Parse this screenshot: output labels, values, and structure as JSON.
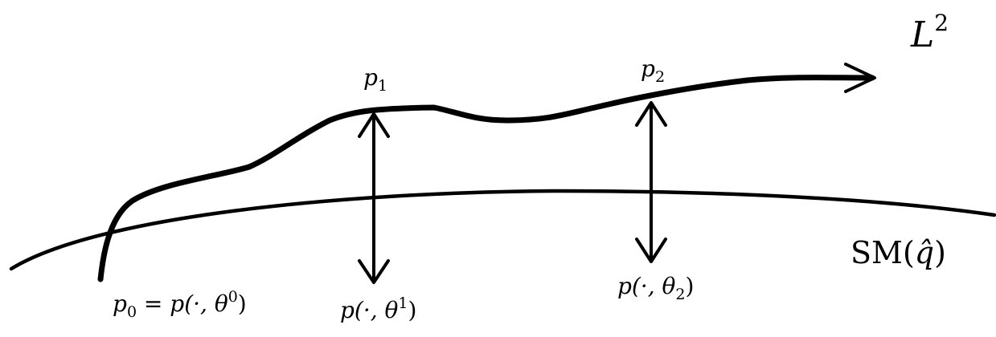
{
  "labels": {
    "space": {
      "base": "L",
      "sup": "2"
    },
    "submanifold": {
      "text": "SM(",
      "var": "q̂",
      "close": ")"
    },
    "p0": {
      "base": "p",
      "sub": "0",
      "rest": " = p(·, θ",
      "sup": "0",
      "close": ")"
    },
    "p1": {
      "base": "p",
      "sub": "1"
    },
    "p2": {
      "base": "p",
      "sub": "2"
    },
    "proj1": {
      "text": "p(·, θ",
      "sup": "1",
      "close": ")"
    },
    "proj2": {
      "text": "p(·, θ",
      "sub": "2",
      "close": ")"
    }
  },
  "colors": {
    "ink": "#000000",
    "background": "#ffffff"
  }
}
